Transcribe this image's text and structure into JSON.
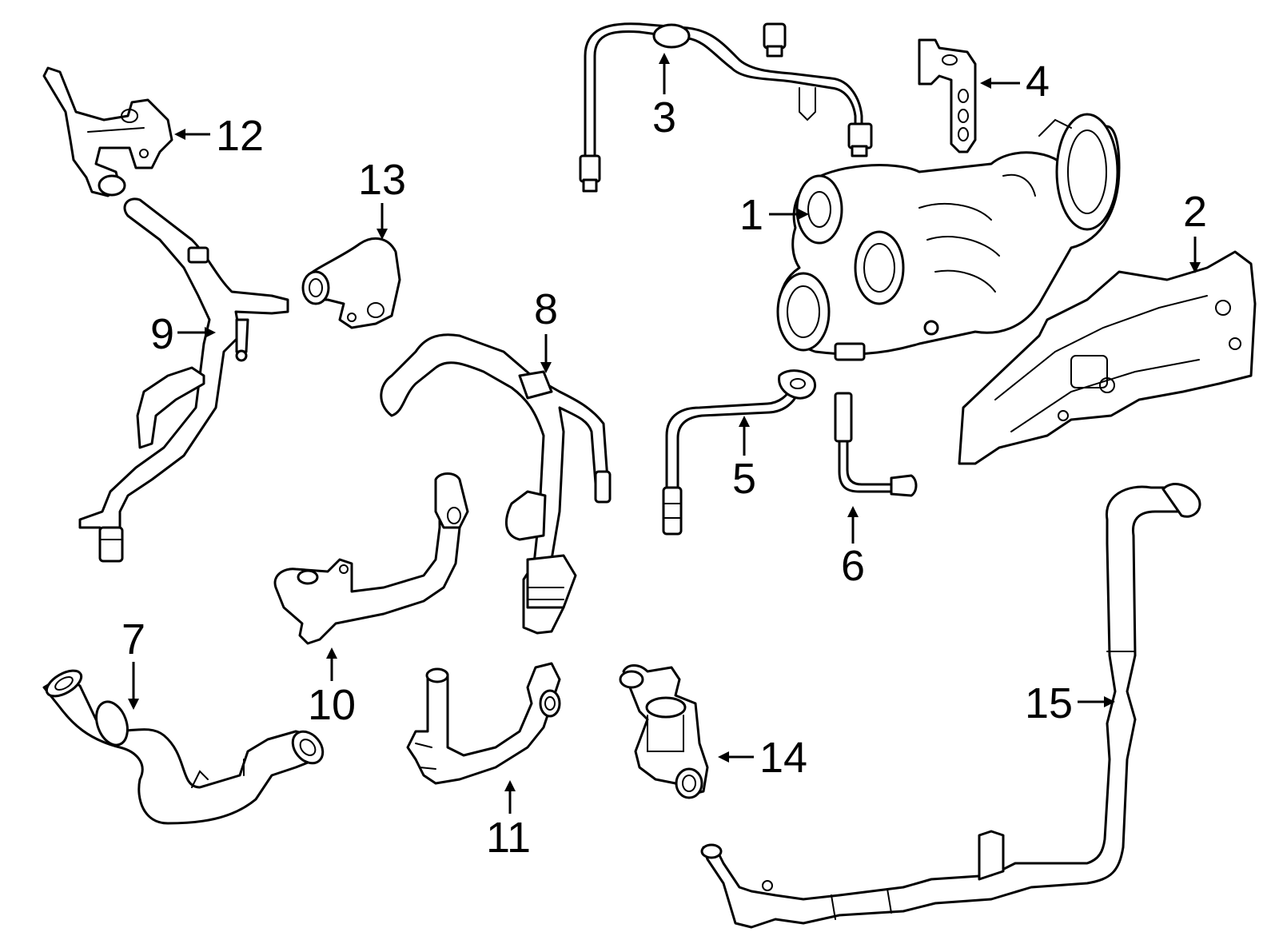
{
  "callouts": [
    {
      "id": "1",
      "text": "1"
    },
    {
      "id": "2",
      "text": "2"
    },
    {
      "id": "3",
      "text": "3"
    },
    {
      "id": "4",
      "text": "4"
    },
    {
      "id": "5",
      "text": "5"
    },
    {
      "id": "6",
      "text": "6"
    },
    {
      "id": "7",
      "text": "7"
    },
    {
      "id": "8",
      "text": "8"
    },
    {
      "id": "9",
      "text": "9"
    },
    {
      "id": "10",
      "text": "10"
    },
    {
      "id": "11",
      "text": "11"
    },
    {
      "id": "12",
      "text": "12"
    },
    {
      "id": "13",
      "text": "13"
    },
    {
      "id": "14",
      "text": "14"
    },
    {
      "id": "15",
      "text": "15"
    }
  ],
  "colors": {
    "line": "#000000",
    "background": "#ffffff"
  }
}
